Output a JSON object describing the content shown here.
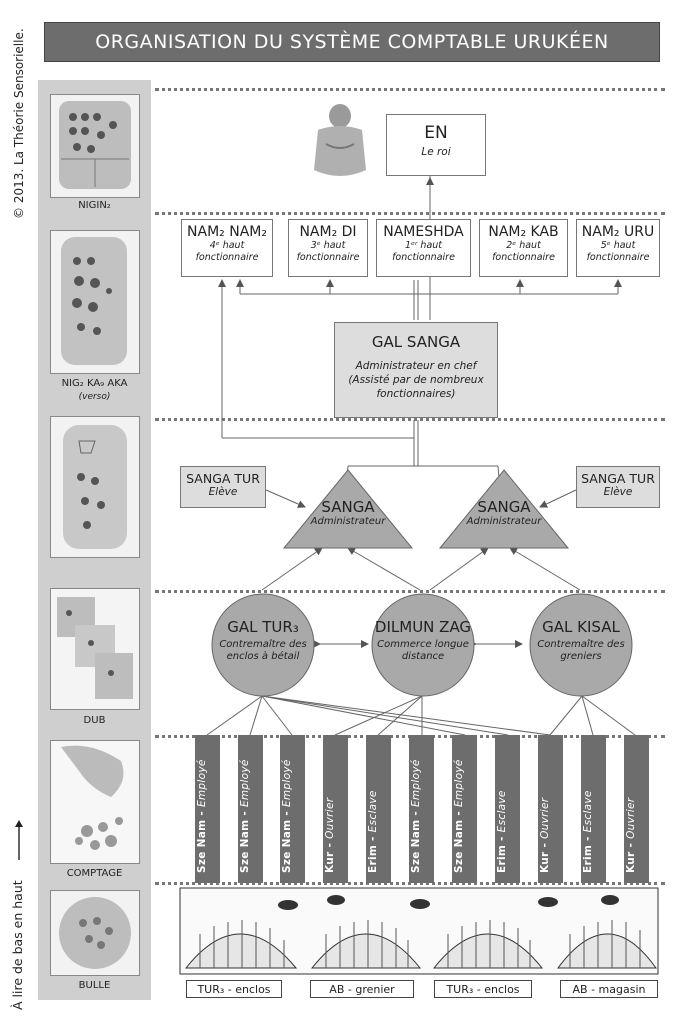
{
  "title": "ORGANISATION DU SYSTÈME COMPTABLE URUKÉEN",
  "copyright": "© 2013. La Théorie Sensorielle.",
  "reading_direction": "À lire de bas en haut",
  "tablets": [
    {
      "label": "NIGIN₂",
      "note": ""
    },
    {
      "label": "NIG₂ KA₉ AKA",
      "note": "(verso)"
    },
    {
      "label": "",
      "note": ""
    },
    {
      "label": "DUB",
      "note": ""
    },
    {
      "label": "COMPTAGE",
      "note": ""
    },
    {
      "label": "BULLE",
      "note": ""
    }
  ],
  "king": {
    "title": "EN",
    "subtitle": "Le roi"
  },
  "officials": [
    {
      "title": "NAM₂ NAM₂",
      "rank": "4ᵉ haut",
      "role": "fonctionnaire"
    },
    {
      "title": "NAM₂ DI",
      "rank": "3ᵉ haut",
      "role": "fonctionnaire"
    },
    {
      "title": "NAMESHDA",
      "rank": "1ᵉʳ haut",
      "role": "fonctionnaire"
    },
    {
      "title": "NAM₂ KAB",
      "rank": "2ᵉ haut",
      "role": "fonctionnaire"
    },
    {
      "title": "NAM₂ URU",
      "rank": "5ᵉ haut",
      "role": "fonctionnaire"
    }
  ],
  "gal_sanga": {
    "title": "GAL SANGA",
    "line1": "Administrateur en chef",
    "line2": "(Assisté par de nombreux",
    "line3": "fonctionnaires)"
  },
  "sanga_tur_left": {
    "title": "SANGA TUR",
    "subtitle": "Elève"
  },
  "sanga_tur_right": {
    "title": "SANGA TUR",
    "subtitle": "Elève"
  },
  "sanga_left": {
    "title": "SANGA",
    "subtitle": "Administrateur"
  },
  "sanga_right": {
    "title": "SANGA",
    "subtitle": "Administrateur"
  },
  "foremen": [
    {
      "title": "GAL TUR₃",
      "line1": "Contremaître des",
      "line2": "enclos à bétail"
    },
    {
      "title": "DILMUN ZAG",
      "line1": "Commerce longue",
      "line2": "distance"
    },
    {
      "title": "GAL KISAL",
      "line1": "Contremaître des",
      "line2": "greniers"
    }
  ],
  "workers": [
    {
      "name": "Sze Nam",
      "role": "Employé"
    },
    {
      "name": "Sze Nam",
      "role": "Employé"
    },
    {
      "name": "Sze Nam",
      "role": "Employé"
    },
    {
      "name": "Kur",
      "role": "Ouvrier"
    },
    {
      "name": "Erim",
      "role": "Esclave"
    },
    {
      "name": "Sze Nam",
      "role": "Employé"
    },
    {
      "name": "Sze Nam",
      "role": "Employé"
    },
    {
      "name": "Erim",
      "role": "Esclave"
    },
    {
      "name": "Kur",
      "role": "Ouvrier"
    },
    {
      "name": "Erim",
      "role": "Esclave"
    },
    {
      "name": "Kur",
      "role": "Ouvrier"
    }
  ],
  "places": [
    "TUR₃ - enclos",
    "AB - grenier",
    "TUR₃ - enclos",
    "AB - magasin"
  ],
  "colors": {
    "dark_gray": "#6d6d6d",
    "light_gray": "#cfcfcf",
    "box_gray": "#dddddd",
    "node_gray": "#a9a9a9"
  }
}
